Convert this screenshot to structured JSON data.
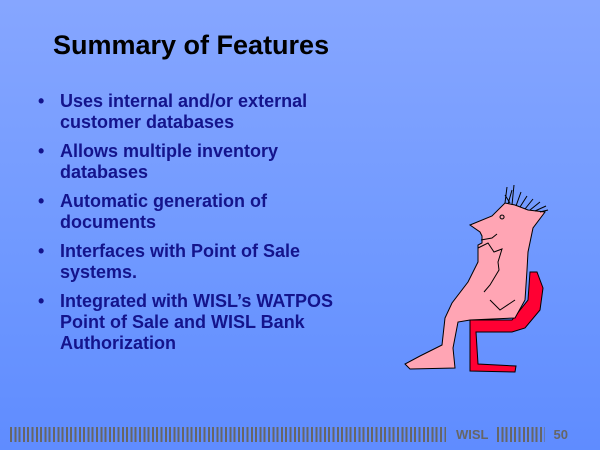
{
  "title": "Summary of Features",
  "bullets": [
    "Uses internal and/or external customer databases",
    "Allows multiple inventory databases",
    "Automatic generation of documents",
    "Interfaces with Point of Sale systems.",
    "Integrated with WISL’s WATPOS Point of Sale and WISL Bank Authorization"
  ],
  "bullet_symbol": "•",
  "footer": {
    "brand": "WISL",
    "page": "50"
  },
  "colors": {
    "text": "#14148c",
    "skin": "#ffa5b4",
    "chair": "#ff0033",
    "footer": "#666666"
  }
}
